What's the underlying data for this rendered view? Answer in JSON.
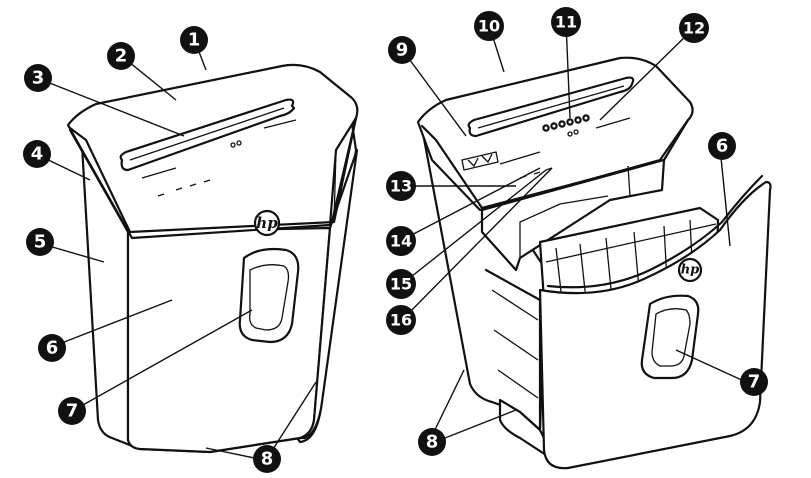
{
  "brand_logo": "hp",
  "callouts": {
    "left": [
      "1",
      "2",
      "3",
      "4",
      "5",
      "6",
      "7",
      "8"
    ],
    "right": [
      "9",
      "10",
      "11",
      "12",
      "13",
      "14",
      "15",
      "16",
      "6",
      "7",
      "8"
    ]
  }
}
